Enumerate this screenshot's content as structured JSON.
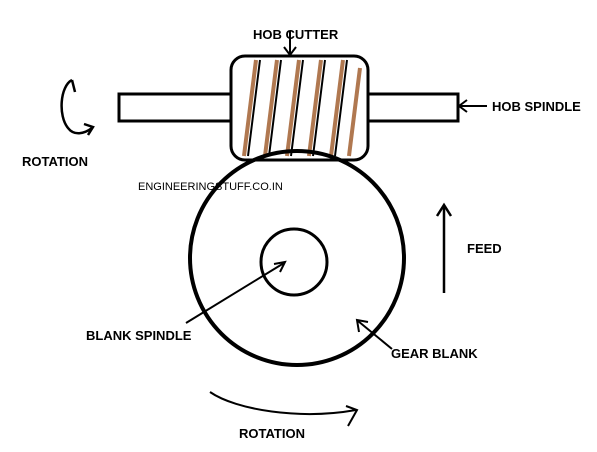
{
  "labels": {
    "hob_cutter": "HOB CUTTER",
    "hob_spindle": "HOB SPINDLE",
    "rotation_left": "ROTATION",
    "website": "ENGINEERINGSTUFF.CO.IN",
    "feed": "FEED",
    "blank_spindle": "BLANK SPINDLE",
    "gear_blank": "GEAR BLANK",
    "rotation_bottom": "ROTATION"
  },
  "colors": {
    "line": "#000000",
    "hob_thread": "#b07850",
    "background": "#ffffff"
  }
}
